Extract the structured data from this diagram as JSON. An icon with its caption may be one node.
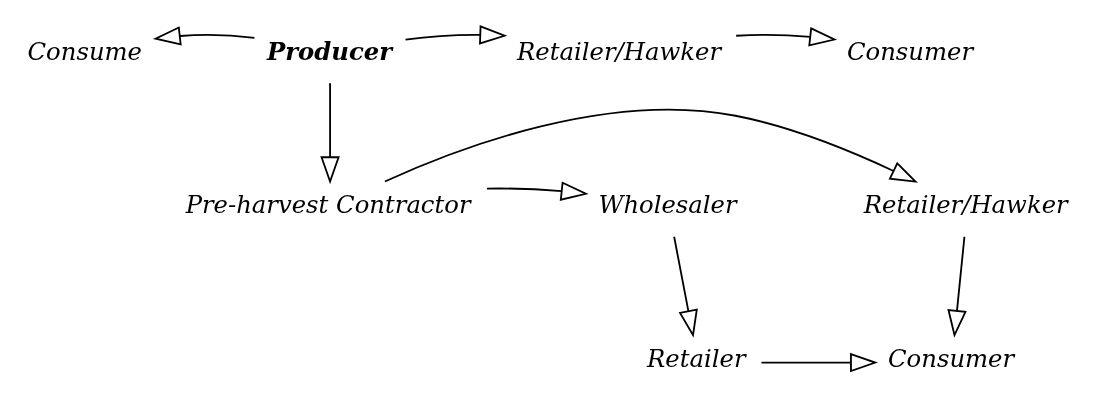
{
  "diagram": {
    "nodes": [
      {
        "text": [
          "Consume"
        ]
      },
      {
        "text": [
          "Producer"
        ]
      },
      {
        "text": [
          "Retailer/Hawker"
        ]
      },
      {
        "text": [
          "Consumer"
        ]
      },
      {
        "text": [
          "Wholesaler"
        ]
      },
      {
        "text": [
          "Pre-harvest Contractor"
        ]
      },
      {
        "text": [
          "Retailer/Hawker"
        ]
      },
      {
        "text": [
          "Retailer"
        ]
      },
      {
        "text": [
          "Consumer"
        ]
      }
    ],
    "edges": [
      {
        "from": 1,
        "to": 0,
        "arrow": "to"
      },
      {
        "from": 1,
        "to": 2,
        "arrow": "to"
      },
      {
        "from": 2,
        "to": 3,
        "arrow": "to"
      },
      {
        "from": 1,
        "to": 5,
        "arrow": "to"
      },
      {
        "from": 5,
        "to": 4,
        "arrow": "to"
      },
      {
        "from": 5,
        "to": 6,
        "arrow": "to"
      },
      {
        "from": 4,
        "to": 7,
        "arrow": "to"
      },
      {
        "from": 6,
        "to": 8,
        "arrow": "to"
      },
      {
        "from": 7,
        "to": 8,
        "arrow": "to"
      }
    ]
  }
}
